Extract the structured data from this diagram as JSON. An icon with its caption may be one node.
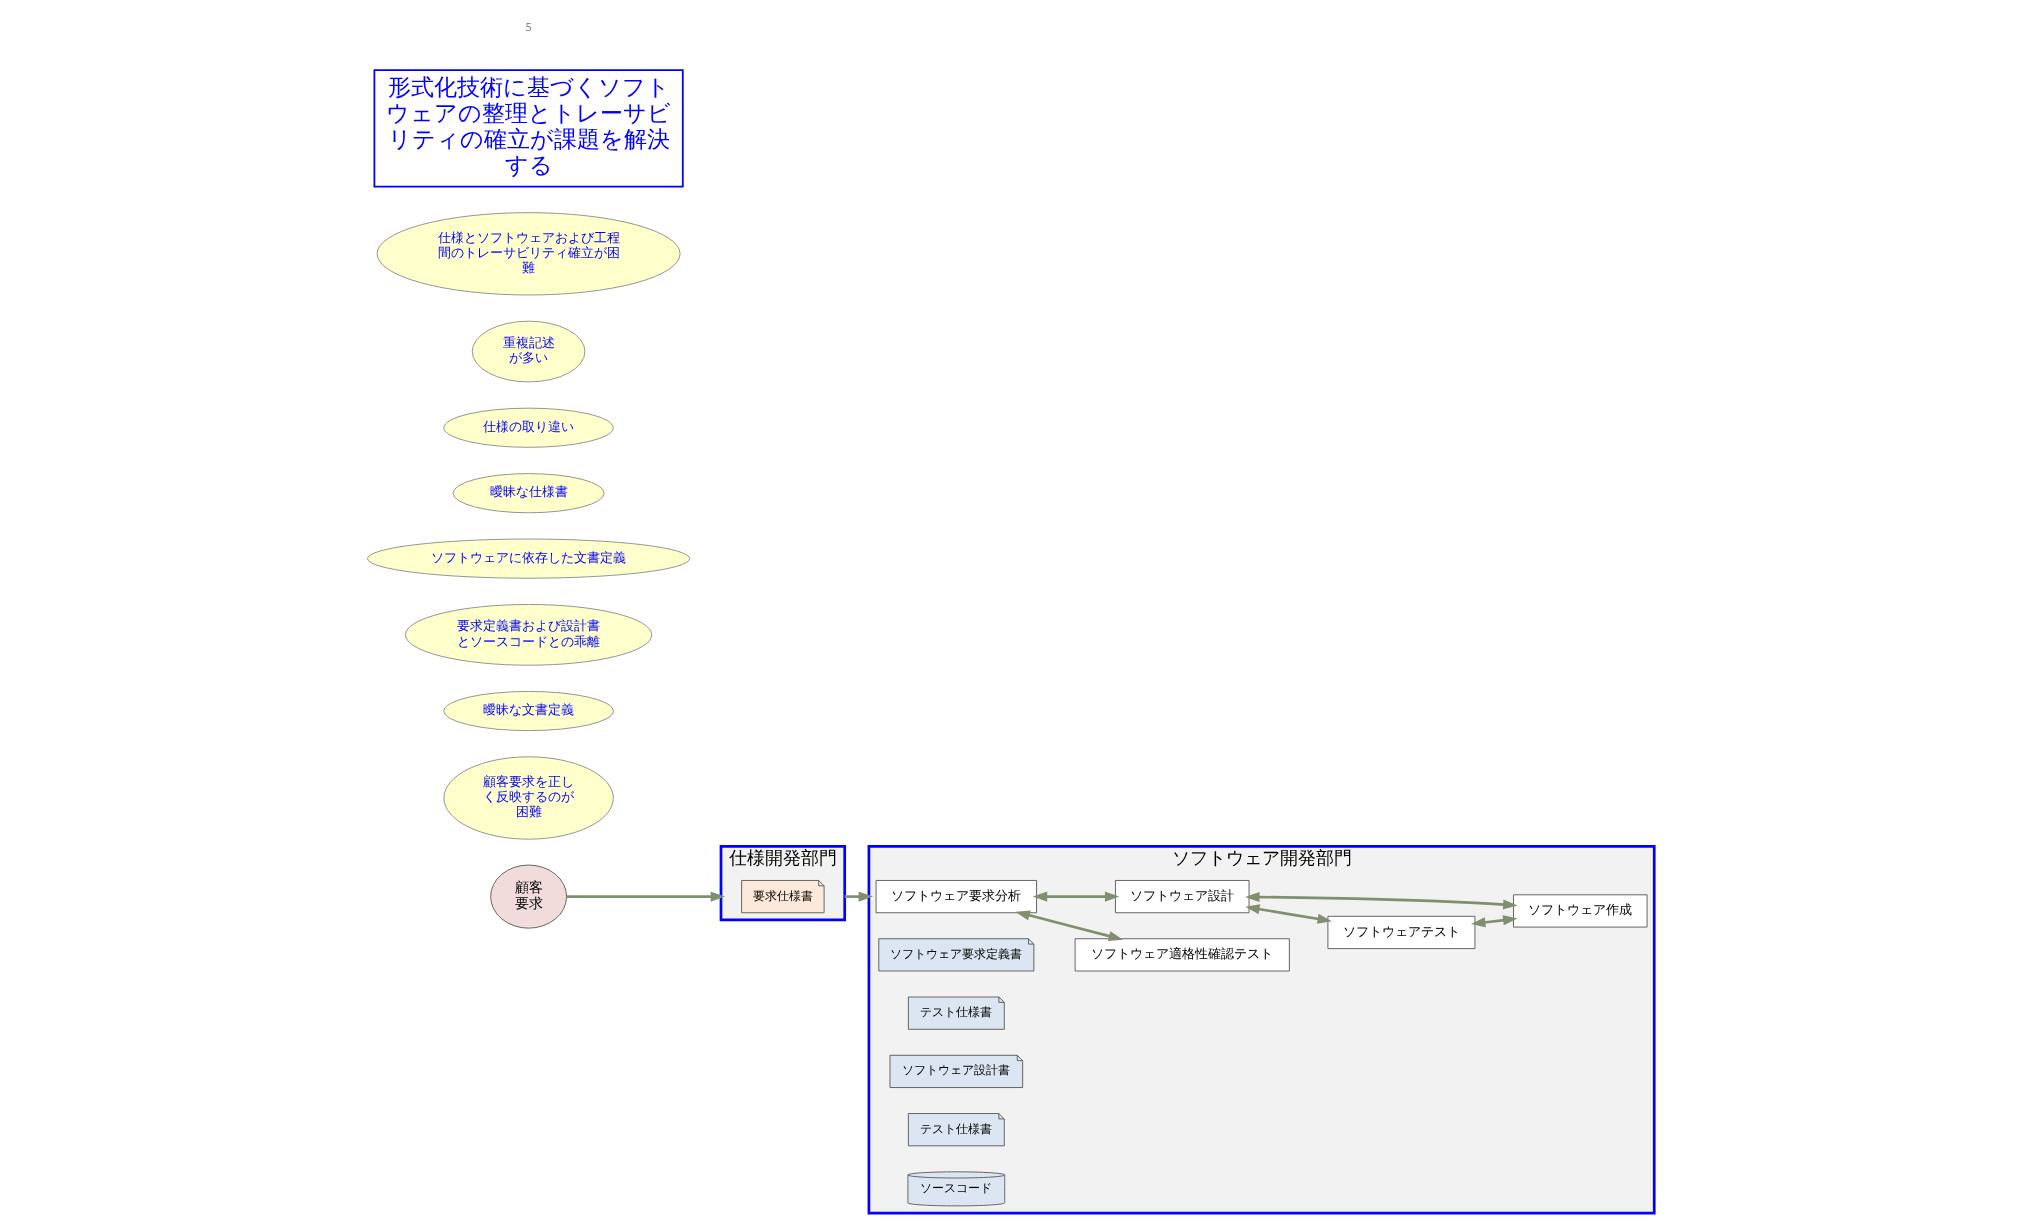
{
  "diagram": {
    "nodes": [
      {
        "text": [
          "顧客要求"
        ]
      },
      {
        "text": [
          "仕様開発部門"
        ]
      },
      {
        "text": [
          "要求仕様書"
        ],
        "in": 1
      },
      {
        "text": [
          "ソフトウェア開発部門"
        ]
      },
      {
        "text": [
          "ソフトウェア要求分析"
        ],
        "in": 3
      },
      {
        "text": [
          "ソフトウェア要求定義書"
        ],
        "in": 3
      },
      {
        "text": [
          "ソフトウェア適格性確認テスト"
        ],
        "in": 3
      },
      {
        "text": [
          "テスト仕様書"
        ],
        "in": 3
      },
      {
        "text": [
          "ソフトウェア設計"
        ],
        "in": 3
      },
      {
        "text": [
          "ソフトウェア設計書"
        ],
        "in": 3
      },
      {
        "text": [
          "ソフトウェアテスト"
        ],
        "in": 3
      },
      {
        "text": [
          "テスト仕様書"
        ],
        "in": 3
      },
      {
        "text": [
          "ソフトウェア作成"
        ],
        "in": 3
      },
      {
        "text": [
          "ソースコード"
        ],
        "in": 3
      },
      {
        "text": [
          "顧客要求を正しく反映するのが困難"
        ]
      },
      {
        "text": [
          "曖昧な文書定義"
        ]
      },
      {
        "text": [
          "要求定義書および設計書とソースコードとの乖離"
        ]
      },
      {
        "text": [
          "ソフトウェアに依存した文書定義"
        ]
      },
      {
        "text": [
          "曖昧な仕様書"
        ]
      },
      {
        "text": [
          "仕様の取り違い"
        ]
      },
      {
        "text": [
          "重複記述が多い"
        ]
      },
      {
        "text": [
          "仕様とソフトウェアおよび工程間のトレーサビリティ確立が困難"
        ]
      },
      {
        "text": [
          "形式化技術に基づくソフトウェアの整理とトレーサビリティの確立が課題を解決する"
        ]
      }
    ],
    "edges": [
      {
        "from": 0,
        "to": 1,
        "arrow": "to"
      },
      {
        "from": 1,
        "to": 3,
        "arrow": "to"
      },
      {
        "from": 4,
        "to": 6,
        "arrow": "both"
      },
      {
        "from": 4,
        "to": 8,
        "arrow": "both"
      },
      {
        "from": 8,
        "to": 10,
        "arrow": "both"
      },
      {
        "from": 8,
        "to": 12,
        "arrow": "both"
      },
      {
        "from": 10,
        "to": 12,
        "arrow": "both"
      }
    ],
    "labels": [
      "5"
    ]
  }
}
